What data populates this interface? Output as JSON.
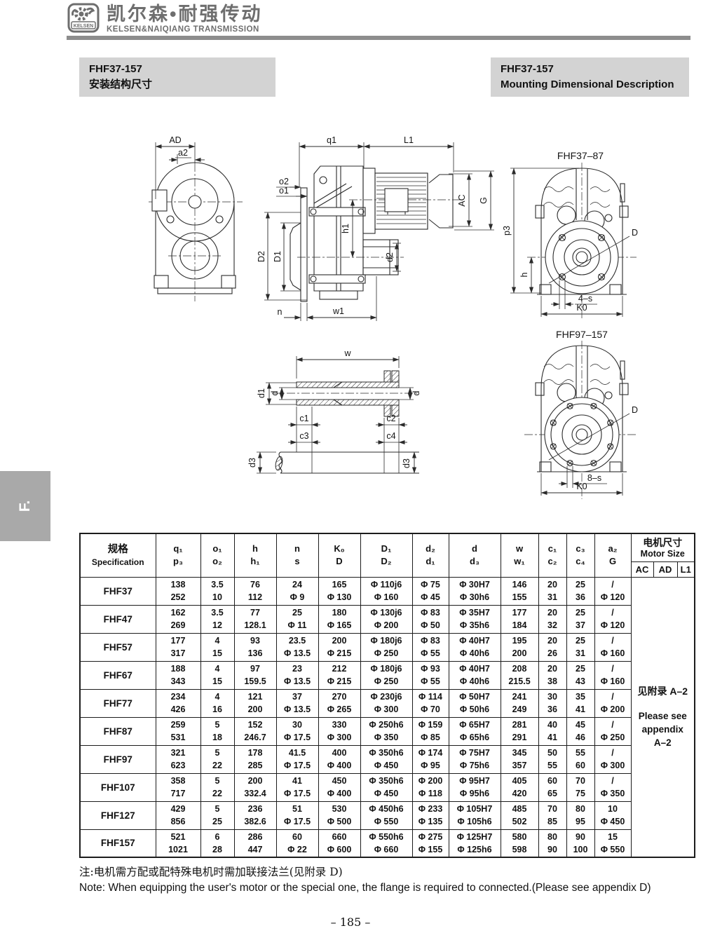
{
  "brand": {
    "logo_text": "KELSEN",
    "title_cn": "凯尔森•耐强传动",
    "title_en": "KELSEN&NAIQIANG TRANSMISSION"
  },
  "titles": {
    "left": {
      "model": "FHF37-157",
      "caption": "安装结构尺寸"
    },
    "right": {
      "model": "FHF37-157",
      "caption": "Mounting Dimensional Description"
    }
  },
  "side_tab": "F.",
  "drawings": {
    "front": {
      "dim_ad": "AD",
      "dim_a2": "a2"
    },
    "side": {
      "dim_q1": "q1",
      "dim_l1": "L1",
      "dim_o2": "o2",
      "dim_o1": "o1",
      "dim_D2": "D2",
      "dim_D1": "D1",
      "dim_h1": "h1",
      "dim_d2": "d2",
      "dim_ac": "AC",
      "dim_g": "G",
      "dim_n": "n",
      "dim_w1": "w1"
    },
    "flange4": {
      "title": "FHF37–87",
      "dim_p3": "p3",
      "dim_d": "D",
      "dim_h": "h",
      "dim_s": "4–s",
      "dim_k0": "K0"
    },
    "shaft": {
      "dim_w": "w",
      "dim_d1": "d1",
      "dim_d_left": "d",
      "dim_d_right": "d",
      "dim_c1": "c1",
      "dim_c2": "c2",
      "dim_c3": "c3",
      "dim_c4": "c4",
      "dim_d3_left": "d3",
      "dim_d3_right": "d3"
    },
    "flange8": {
      "title": "FHF97–157",
      "dim_d": "D",
      "dim_s": "8–s",
      "dim_k0": "K0"
    }
  },
  "table": {
    "spec_header": {
      "cn": "规格",
      "en": "Specification"
    },
    "columns": [
      [
        "q₁",
        "p₃"
      ],
      [
        "o₁",
        "o₂"
      ],
      [
        "h",
        "h₁"
      ],
      [
        "n",
        "s"
      ],
      [
        "K₀",
        "D"
      ],
      [
        "D₁",
        "D₂"
      ],
      [
        "d₂",
        "d₁"
      ],
      [
        "d",
        "d₃"
      ],
      [
        "w",
        "w₁"
      ],
      [
        "c₁",
        "c₂"
      ],
      [
        "c₃",
        "c₄"
      ],
      [
        "a₂",
        "G"
      ]
    ],
    "motor_header": {
      "cn": "电机尺寸",
      "en": "Motor Size",
      "sub": [
        "AC",
        "AD",
        "L1"
      ]
    },
    "rows": [
      {
        "spec": "FHF37",
        "cells": [
          [
            "138",
            "252"
          ],
          [
            "3.5",
            "10"
          ],
          [
            "76",
            "112"
          ],
          [
            "24",
            "Φ 9"
          ],
          [
            "165",
            "Φ 130"
          ],
          [
            "Φ 110j6",
            "Φ 160"
          ],
          [
            "Φ 75",
            "Φ 45"
          ],
          [
            "Φ 30H7",
            "Φ 30h6"
          ],
          [
            "146",
            "155"
          ],
          [
            "20",
            "31"
          ],
          [
            "25",
            "36"
          ],
          [
            "/",
            "Φ 120"
          ]
        ]
      },
      {
        "spec": "FHF47",
        "cells": [
          [
            "162",
            "269"
          ],
          [
            "3.5",
            "12"
          ],
          [
            "77",
            "128.1"
          ],
          [
            "25",
            "Φ 11"
          ],
          [
            "180",
            "Φ 165"
          ],
          [
            "Φ 130j6",
            "Φ 200"
          ],
          [
            "Φ 83",
            "Φ 50"
          ],
          [
            "Φ 35H7",
            "Φ 35h6"
          ],
          [
            "177",
            "184"
          ],
          [
            "20",
            "32"
          ],
          [
            "25",
            "37"
          ],
          [
            "/",
            "Φ 120"
          ]
        ]
      },
      {
        "spec": "FHF57",
        "cells": [
          [
            "177",
            "317"
          ],
          [
            "4",
            "15"
          ],
          [
            "93",
            "136"
          ],
          [
            "23.5",
            "Φ 13.5"
          ],
          [
            "200",
            "Φ 215"
          ],
          [
            "Φ 180j6",
            "Φ 250"
          ],
          [
            "Φ 83",
            "Φ 55"
          ],
          [
            "Φ 40H7",
            "Φ 40h6"
          ],
          [
            "195",
            "200"
          ],
          [
            "20",
            "26"
          ],
          [
            "25",
            "31"
          ],
          [
            "/",
            "Φ 160"
          ]
        ]
      },
      {
        "spec": "FHF67",
        "cells": [
          [
            "188",
            "343"
          ],
          [
            "4",
            "15"
          ],
          [
            "97",
            "159.5"
          ],
          [
            "23",
            "Φ 13.5"
          ],
          [
            "212",
            "Φ 215"
          ],
          [
            "Φ 180j6",
            "Φ 250"
          ],
          [
            "Φ 93",
            "Φ 55"
          ],
          [
            "Φ 40H7",
            "Φ 40h6"
          ],
          [
            "208",
            "215.5"
          ],
          [
            "20",
            "38"
          ],
          [
            "25",
            "43"
          ],
          [
            "/",
            "Φ 160"
          ]
        ]
      },
      {
        "spec": "FHF77",
        "cells": [
          [
            "234",
            "426"
          ],
          [
            "4",
            "16"
          ],
          [
            "121",
            "200"
          ],
          [
            "37",
            "Φ 13.5"
          ],
          [
            "270",
            "Φ 265"
          ],
          [
            "Φ 230j6",
            "Φ 300"
          ],
          [
            "Φ 114",
            "Φ 70"
          ],
          [
            "Φ 50H7",
            "Φ 50h6"
          ],
          [
            "241",
            "249"
          ],
          [
            "30",
            "36"
          ],
          [
            "35",
            "41"
          ],
          [
            "/",
            "Φ 200"
          ]
        ]
      },
      {
        "spec": "FHF87",
        "cells": [
          [
            "259",
            "531"
          ],
          [
            "5",
            "18"
          ],
          [
            "152",
            "246.7"
          ],
          [
            "30",
            "Φ 17.5"
          ],
          [
            "330",
            "Φ 300"
          ],
          [
            "Φ 250h6",
            "Φ 350"
          ],
          [
            "Φ 159",
            "Φ 85"
          ],
          [
            "Φ 65H7",
            "Φ 65h6"
          ],
          [
            "281",
            "291"
          ],
          [
            "40",
            "41"
          ],
          [
            "45",
            "46"
          ],
          [
            "/",
            "Φ 250"
          ]
        ]
      },
      {
        "spec": "FHF97",
        "cells": [
          [
            "321",
            "623"
          ],
          [
            "5",
            "22"
          ],
          [
            "178",
            "285"
          ],
          [
            "41.5",
            "Φ 17.5"
          ],
          [
            "400",
            "Φ 400"
          ],
          [
            "Φ 350h6",
            "Φ 450"
          ],
          [
            "Φ 174",
            "Φ 95"
          ],
          [
            "Φ 75H7",
            "Φ 75h6"
          ],
          [
            "345",
            "357"
          ],
          [
            "50",
            "55"
          ],
          [
            "55",
            "60"
          ],
          [
            "/",
            "Φ 300"
          ]
        ]
      },
      {
        "spec": "FHF107",
        "cells": [
          [
            "358",
            "717"
          ],
          [
            "5",
            "22"
          ],
          [
            "200",
            "332.4"
          ],
          [
            "41",
            "Φ 17.5"
          ],
          [
            "450",
            "Φ 400"
          ],
          [
            "Φ 350h6",
            "Φ 450"
          ],
          [
            "Φ 200",
            "Φ 118"
          ],
          [
            "Φ 95H7",
            "Φ 95h6"
          ],
          [
            "405",
            "420"
          ],
          [
            "60",
            "65"
          ],
          [
            "70",
            "75"
          ],
          [
            "/",
            "Φ 350"
          ]
        ]
      },
      {
        "spec": "FHF127",
        "cells": [
          [
            "429",
            "856"
          ],
          [
            "5",
            "25"
          ],
          [
            "236",
            "382.6"
          ],
          [
            "51",
            "Φ 17.5"
          ],
          [
            "530",
            "Φ 500"
          ],
          [
            "Φ 450h6",
            "Φ 550"
          ],
          [
            "Φ 233",
            "Φ 135"
          ],
          [
            "Φ 105H7",
            "Φ 105h6"
          ],
          [
            "485",
            "502"
          ],
          [
            "70",
            "85"
          ],
          [
            "80",
            "95"
          ],
          [
            "10",
            "Φ 450"
          ]
        ]
      },
      {
        "spec": "FHF157",
        "cells": [
          [
            "521",
            "1021"
          ],
          [
            "6",
            "28"
          ],
          [
            "286",
            "447"
          ],
          [
            "60",
            "Φ 22"
          ],
          [
            "660",
            "Φ 600"
          ],
          [
            "Φ 550h6",
            "Φ 660"
          ],
          [
            "Φ 275",
            "Φ 155"
          ],
          [
            "Φ 125H7",
            "Φ 125h6"
          ],
          [
            "580",
            "598"
          ],
          [
            "80",
            "90"
          ],
          [
            "90",
            "100"
          ],
          [
            "15",
            "Φ 550"
          ]
        ]
      }
    ],
    "appendix": {
      "cn": "见附录 A–2",
      "en": [
        "Please see",
        "appendix",
        "A–2"
      ]
    }
  },
  "notes": {
    "cn": "注:电机需方配或配特殊电机时需加联接法兰(见附录 D)",
    "en": "Note: When equipping the user's motor or the special one, the flange is required to connected.(Please see appendix D)"
  },
  "page_number": "– 185 –"
}
